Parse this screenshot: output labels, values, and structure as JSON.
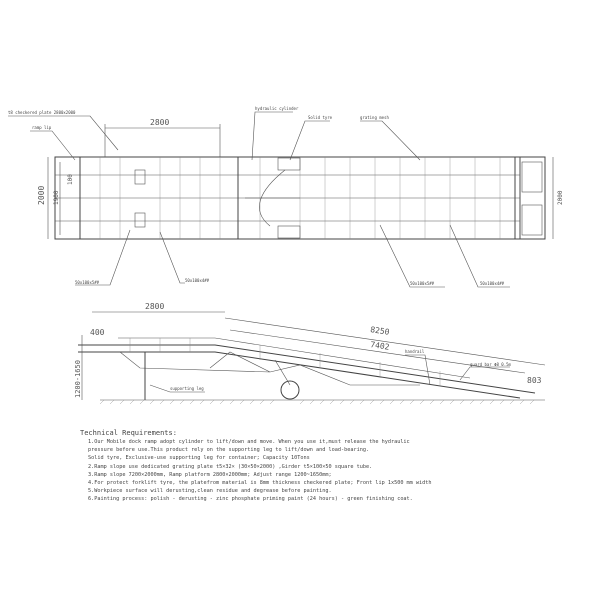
{
  "top_view": {
    "labels": {
      "checkered_plate": "t8 checkered plate 2800x2000",
      "ramp_lip": "ramp lip",
      "hydraulic_cylinder": "hydraulic cylinder",
      "solid_tyre": "Solid tyre",
      "grating_mesh": "grating mesh",
      "tube_a": "50x100x5##",
      "tube_b": "50x100x4##",
      "tube_c": "50x100x5##",
      "tube_d": "50x100x4##"
    },
    "dims": {
      "length": "2800",
      "width": "2000",
      "inner_width": "1900",
      "offset": "100",
      "right_width": "2000"
    }
  },
  "side_view": {
    "labels": {
      "handrail": "handrail",
      "guard_bar": "guard bar Φ8 0.5m",
      "supporting_leg": "supporting leg"
    },
    "dims": {
      "platform": "2800",
      "total": "8250",
      "slope": "7402",
      "lip": "400",
      "height": "1200-1650",
      "end": "803"
    }
  },
  "requirements": {
    "title": "Technical Requirements:",
    "lines": [
      "1.Our Mobile dock ramp adopt cylinder to lift/down and move. When you use it,must release the hydraulic",
      "pressure before use.This product rely on the supporting leg to lift/down and load-bearing.",
      "Solid tyre, Exclusive-use supporting leg for container; Capacity 10Tons",
      "2.Ramp slope use dedicated grating plate t5×32× (30×50×2000) ,Girder t5×100×50 square tube.",
      "3.Ramp slope 7200×2000mm, Ramp platform 2800×2000mm; Adjust range 1200~1650mm;",
      "4.For protect forklift tyre, the platefrom material is 8mm thickness checkered plate; Front lip 1x500 mm width",
      "5.Workpiece surface will derusting,clean residue and degrease before painting.",
      "6.Painting process: polish - derusting - zinc phosphate priming paint (24 hours) - green finishing coat."
    ]
  }
}
